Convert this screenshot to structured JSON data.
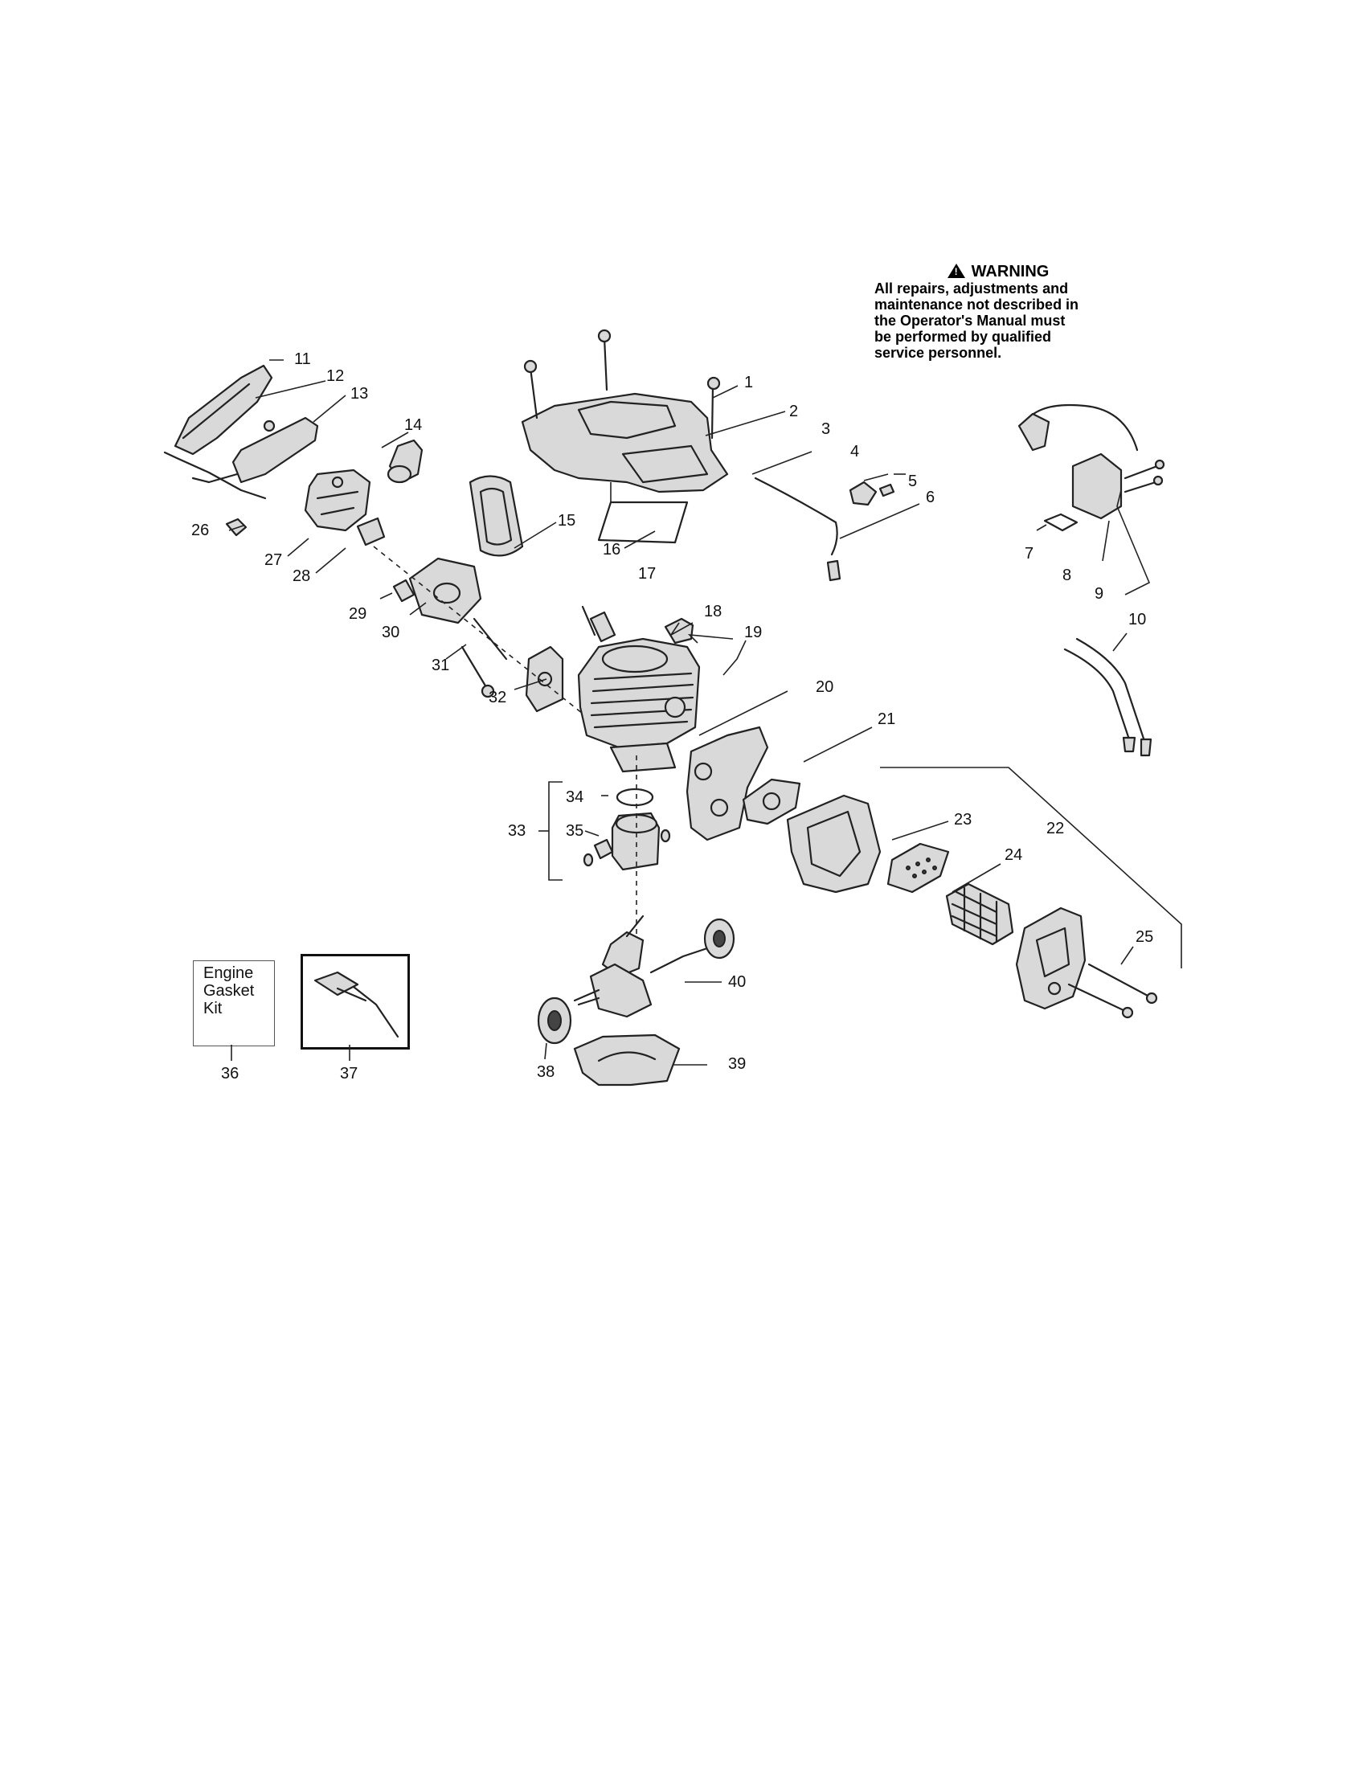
{
  "warning": {
    "heading": "WARNING",
    "lines": [
      "All repairs, adjustments and",
      "maintenance not described in",
      "the Operator's Manual must",
      "be performed by qualified",
      "service personnel."
    ]
  },
  "kit_box": {
    "lines": [
      "Engine",
      "Gasket",
      "Kit"
    ]
  },
  "callouts": [
    "1",
    "2",
    "3",
    "4",
    "5",
    "6",
    "7",
    "8",
    "9",
    "10",
    "11",
    "12",
    "13",
    "14",
    "15",
    "16",
    "17",
    "18",
    "19",
    "20",
    "21",
    "22",
    "23",
    "24",
    "25",
    "26",
    "27",
    "28",
    "29",
    "30",
    "31",
    "32",
    "33",
    "34",
    "35",
    "36",
    "37",
    "38",
    "39",
    "40"
  ],
  "icons": {
    "warning": "warning-triangle-icon"
  }
}
